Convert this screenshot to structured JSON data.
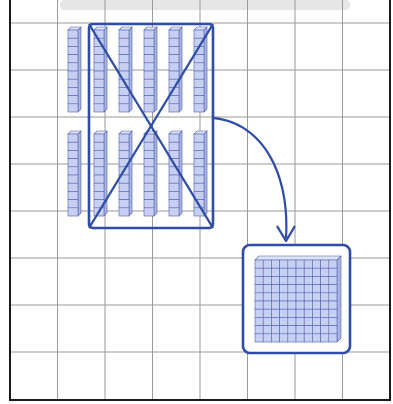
{
  "diagram": {
    "grid": {
      "columns": 8,
      "rows": 8
    },
    "rods": {
      "count": 12,
      "segments_per_rod": 10,
      "arrangement": {
        "rows": 2,
        "columns": 6
      }
    },
    "crossed_out": true,
    "arrow": {
      "direction": "down-right"
    },
    "result_block": {
      "type": "hundred-flat",
      "units": 100,
      "grid": [
        10,
        10
      ]
    }
  },
  "colors": {
    "grid_line": "#9a9a9a",
    "frame": "#1a1a1a",
    "rod_fill": "#c7d0f2",
    "rod_line": "#4f5fae",
    "accent": "#2f4da6",
    "flat_fill": "#c7d0f2",
    "top_strip": "#e6e6e6"
  }
}
